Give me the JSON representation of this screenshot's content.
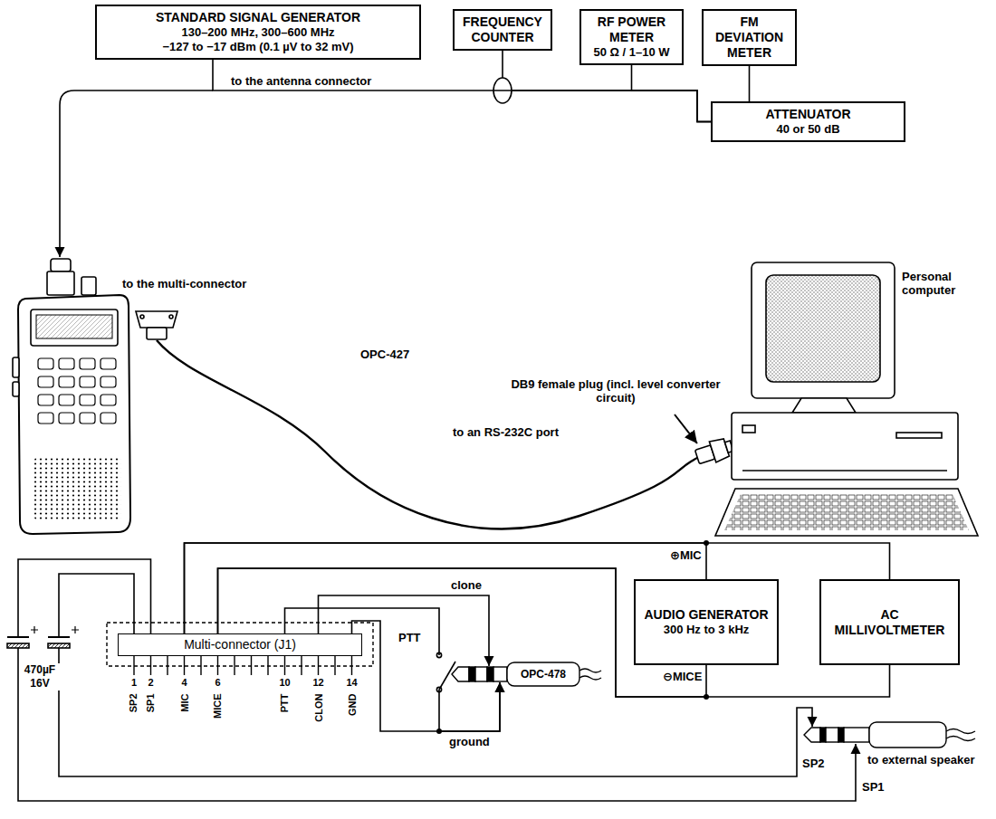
{
  "diagram": {
    "nodes": [
      {
        "text": [
          "STANDARD SIGNAL GENERATOR",
          "130–200 MHz, 300–600 MHz",
          "−127 to −17 dBm (0.1 µV to 32 mV)"
        ]
      },
      {
        "text": [
          "FREQUENCY COUNTER"
        ]
      },
      {
        "text": [
          "RF POWER METER",
          "50 Ω / 1–10 W"
        ]
      },
      {
        "text": [
          "FM DEVIATION METER"
        ]
      },
      {
        "text": [
          "ATTENUATOR",
          "40 or 50 dB"
        ]
      },
      {
        "text": [
          "Multi-connector (J1)"
        ]
      },
      {
        "text": [
          "AUDIO GENERATOR",
          "300 Hz to 3 kHz"
        ]
      },
      {
        "text": [
          "AC MILLIVOLTMETER"
        ]
      },
      {
        "text": [
          "OPC-478"
        ]
      }
    ],
    "edges": [
      {
        "from": 0,
        "to": 4,
        "arrow": "none"
      },
      {
        "from": 1,
        "to": 4,
        "arrow": "none"
      },
      {
        "from": 2,
        "to": 4,
        "arrow": "none"
      },
      {
        "from": 3,
        "to": 4,
        "arrow": "none"
      },
      {
        "from": 5,
        "to": 6,
        "arrow": "none"
      },
      {
        "from": 5,
        "to": 7,
        "arrow": "none"
      },
      {
        "from": 5,
        "to": 6,
        "arrow": "none"
      },
      {
        "from": 5,
        "to": 7,
        "arrow": "none"
      },
      {
        "from": 5,
        "to": 8,
        "label": "PTT",
        "arrow": "to"
      },
      {
        "from": 5,
        "to": 8,
        "label": "clone",
        "arrow": "to"
      },
      {
        "from": 5,
        "to": 8,
        "label": "ground",
        "arrow": "to"
      }
    ],
    "labels": [
      "to the antenna connector",
      "to the multi-connector",
      "OPC-427",
      "DB9 female plug (incl. level converter circuit)",
      "to an RS-232C port",
      "Personal computer",
      "470µF 16V",
      "⊕MIC",
      "⊖MICE",
      "1",
      "2",
      "4",
      "6",
      "10",
      "12",
      "14",
      "SP2",
      "SP1",
      "MIC",
      "MICE",
      "PTT",
      "CLON",
      "GND",
      "SP2",
      "SP1",
      "to external speaker"
    ]
  }
}
